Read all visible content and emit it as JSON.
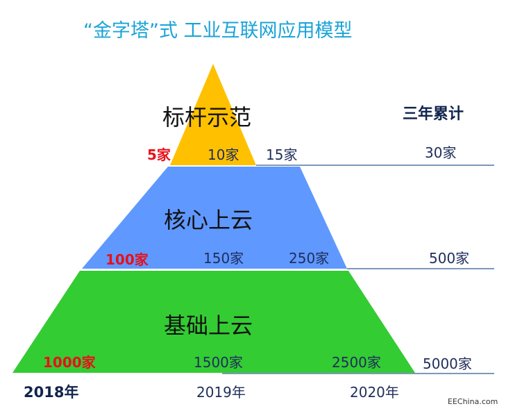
{
  "title": "“金字塔”式 工业互联网应用模型",
  "cumulative_header": "三年累计",
  "tiers": [
    {
      "name": "标杆示范",
      "color": "#ffc000",
      "values": [
        "5家",
        "10家",
        "15家"
      ],
      "total": "30家"
    },
    {
      "name": "核心上云",
      "color": "#5f98ff",
      "values": [
        "100家",
        "150家",
        "250家"
      ],
      "total": "500家"
    },
    {
      "name": "基础上云",
      "color": "#33cc33",
      "values": [
        "1000家",
        "1500家",
        "2500家"
      ],
      "total": "5000家"
    }
  ],
  "years": [
    "2018年",
    "2019年",
    "2020年"
  ],
  "watermark": "EEChina.com",
  "colors": {
    "title": "#1aa3d8",
    "highlight": "#e8101a",
    "text": "#1f2d5a",
    "rule": "#2f5a8c"
  }
}
